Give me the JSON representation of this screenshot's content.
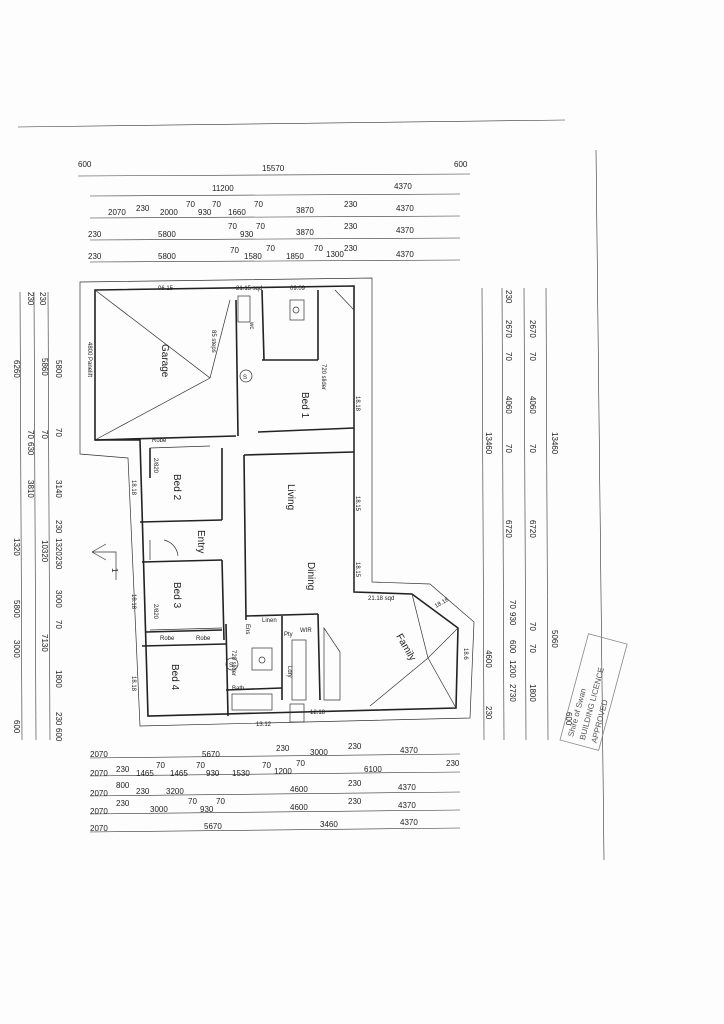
{
  "dims_top": [
    [
      "600",
      "15570",
      "600"
    ],
    [
      "11200",
      "4370"
    ],
    [
      "2070",
      "230",
      "2000",
      "70",
      "930",
      "70",
      "1660",
      "70",
      "3870",
      "230",
      "4370"
    ],
    [
      "230",
      "5800",
      "70",
      "930",
      "70",
      "3870",
      "230",
      "4370"
    ],
    [
      "230",
      "5800",
      "70",
      "1580",
      "70",
      "1850",
      "70",
      "1300",
      "230",
      "4370"
    ]
  ],
  "dims_bottom": [
    [
      "2070",
      "5670",
      "230",
      "3000",
      "230",
      "4370"
    ],
    [
      "2070",
      "230",
      "1465",
      "70",
      "1465",
      "70",
      "930",
      "1530",
      "70",
      "1200",
      "70",
      "6100",
      "230"
    ],
    [
      "2070",
      "800",
      "230",
      "3200",
      "4600",
      "230",
      "4370"
    ],
    [
      "2070",
      "230",
      "3000",
      "70",
      "930",
      "70",
      "4600",
      "230",
      "4370"
    ],
    [
      "2070",
      "5670",
      "3460",
      "4370"
    ]
  ],
  "dims_left": [
    [
      "6260",
      "230",
      "5800",
      "70",
      "3140",
      "230",
      "1320",
      "230",
      "3000",
      "70",
      "1800",
      "230",
      "600"
    ],
    [
      "5860",
      "70",
      "10320",
      "7130"
    ],
    [
      "230",
      "70",
      "630",
      "3810",
      "1320",
      "5800",
      "3000",
      "600"
    ]
  ],
  "dims_right": [
    [
      "13460",
      "230",
      "2670",
      "70",
      "4060",
      "70",
      "6720",
      "13460"
    ],
    [
      "2670",
      "70",
      "4060",
      "70",
      "6720",
      "70",
      "930",
      "70",
      "600",
      "1200",
      "70",
      "5060",
      "4600",
      "2730",
      "1800",
      "230",
      "600"
    ]
  ],
  "rooms": {
    "garage": "Garage",
    "bed1": "Bed 1",
    "bed2": "Bed 2",
    "bed3": "Bed 3",
    "bed4": "Bed 4",
    "entry": "Entry",
    "living": "Living",
    "dining": "Dining",
    "family": "Family",
    "robe1": "Robe",
    "robe2": "Robe",
    "robe3": "Robe",
    "linen": "Linen",
    "wc": "wc",
    "ens": "Ens",
    "ldry": "Ldry",
    "bath": "Bath",
    "wir": "WIR",
    "pty": "Pty"
  },
  "annotations": {
    "area1": "21.15 sqd",
    "area2": "21.18 sqd",
    "w1": "06.15",
    "w2": "09.09",
    "w3": "18.18",
    "w4": "18.18",
    "w5": "18.15",
    "w6": "18.18",
    "w7": "18.15",
    "w8": "18.18",
    "w9": "13.12",
    "w10": "12.18",
    "w11": "18.18",
    "w12": "18.6",
    "d1": "2/820",
    "d2": "2/820",
    "slider": "720 slider",
    "slider2": "720 slider",
    "garage_door": "4800 Panelift",
    "h1": "85 steps",
    "circle": "S",
    "circle2": "S"
  },
  "arrow_label": "1",
  "stamp_lines": [
    "Shire of Swan",
    "BUILDING LICENCE",
    "APPROVED"
  ]
}
